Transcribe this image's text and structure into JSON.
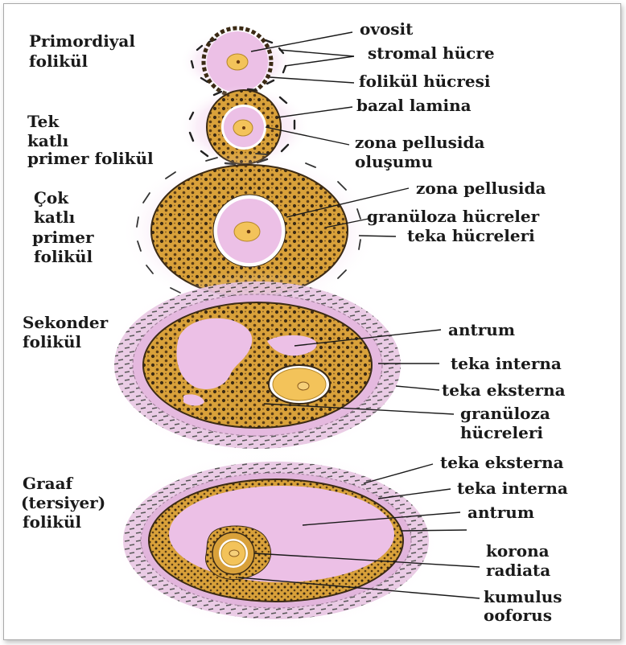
{
  "colors": {
    "granulosa": "#d9a13a",
    "granulosa_dot": "#3b2a14",
    "zona": "#ffffff",
    "ovocyte": "#ecc0e6",
    "nucleus": "#f3c35a",
    "antrum": "#ecc0e6",
    "glow": "#e6b3df",
    "line": "#1a1a1a"
  },
  "stages": [
    {
      "name_lines": [
        "Primordiyal",
        "folikül"
      ],
      "labels": [
        {
          "lines": [
            "ovosit"
          ]
        },
        {
          "lines": [
            "stromal hücre"
          ]
        },
        {
          "lines": [
            "folikül hücresi"
          ]
        }
      ]
    },
    {
      "name_lines": [
        "Tek",
        "katlı",
        "primer folikül"
      ],
      "labels": [
        {
          "lines": [
            "bazal lamina"
          ]
        },
        {
          "lines": [
            "zona pellusida",
            "oluşumu"
          ]
        }
      ]
    },
    {
      "name_lines": [
        "Çok",
        "katlı",
        "primer",
        "folikül"
      ],
      "labels": [
        {
          "lines": [
            "zona pellusida"
          ]
        },
        {
          "lines": [
            "granüloza hücreler"
          ]
        },
        {
          "lines": [
            "teka hücreleri"
          ]
        }
      ]
    },
    {
      "name_lines": [
        "Sekonder",
        "folikül"
      ],
      "labels": [
        {
          "lines": [
            "antrum"
          ]
        },
        {
          "lines": [
            "teka interna"
          ]
        },
        {
          "lines": [
            "teka eksterna"
          ]
        },
        {
          "lines": [
            "granüloza",
            "hücreleri"
          ]
        }
      ]
    },
    {
      "name_lines": [
        "Graaf",
        "(tersiyer)",
        "folikül"
      ],
      "labels": [
        {
          "lines": [
            "teka eksterna"
          ]
        },
        {
          "lines": [
            "teka interna"
          ]
        },
        {
          "lines": [
            "antrum"
          ]
        },
        {
          "lines": [
            "korona",
            "radiata"
          ]
        },
        {
          "lines": [
            "kumulus",
            "ooforus"
          ]
        }
      ]
    }
  ]
}
